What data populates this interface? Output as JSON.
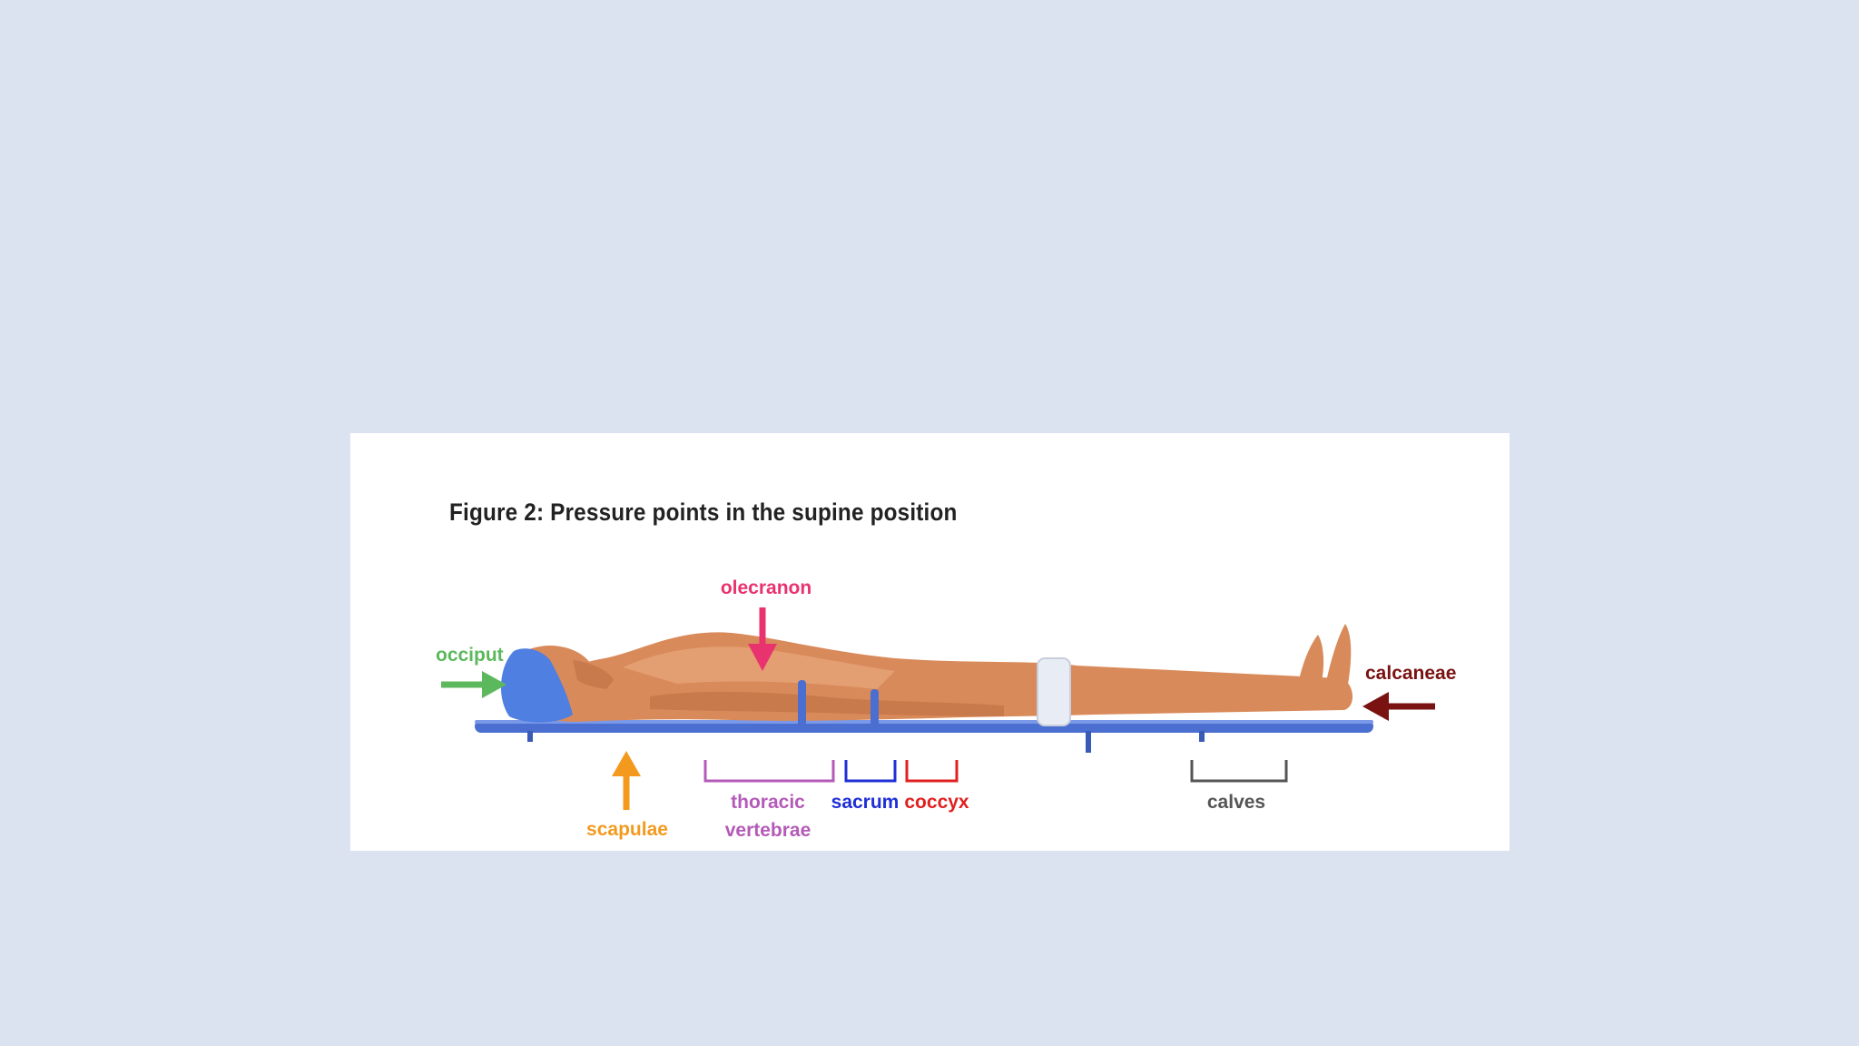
{
  "figure": {
    "title": "Figure 2:  Pressure points in the supine position",
    "labels": {
      "occiput": "occiput",
      "olecranon": "olecranon",
      "calcaneae": "calcaneae",
      "scapulae": "scapulae",
      "thoracic_line1": "thoracic",
      "thoracic_line2": "vertebrae",
      "sacrum": "sacrum",
      "coccyx": "coccyx",
      "calves": "calves"
    },
    "colors": {
      "occiput": "#5cb85c",
      "olecranon": "#e8336f",
      "calcaneae": "#7a1212",
      "scapulae": "#f39a1e",
      "thoracic": "#b45ab8",
      "sacrum": "#1f2fd6",
      "coccyx": "#e02020",
      "calves": "#555555",
      "table": "#4a6fd0",
      "skin": "#d98a5a",
      "cap": "#4f7fe0"
    }
  }
}
